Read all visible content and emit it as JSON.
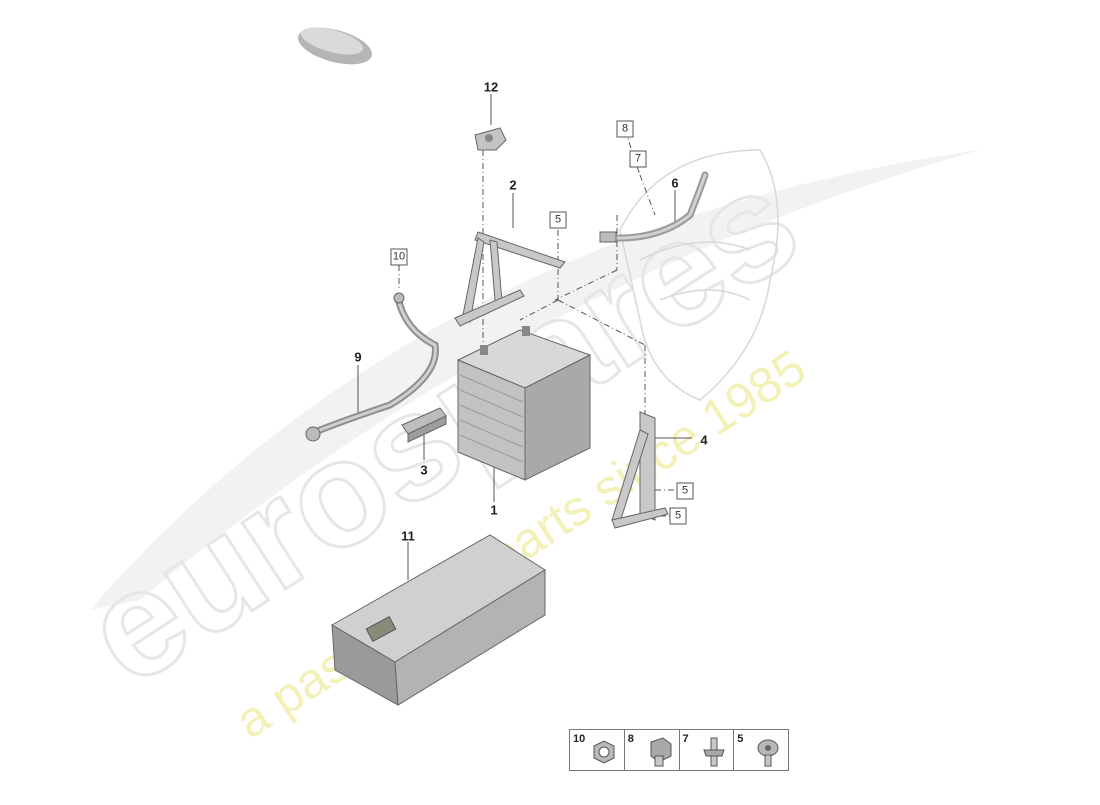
{
  "watermark": {
    "brand": "eurospares",
    "slogan": "a passion for parts since 1985"
  },
  "callouts": {
    "c1": "1",
    "c2": "2",
    "c3": "3",
    "c4": "4",
    "c6": "6",
    "c9": "9",
    "c11": "11",
    "c12": "12"
  },
  "boxed_refs": {
    "b8": "8",
    "b7": "7",
    "b5_top": "5",
    "b10": "10",
    "b5_right_a": "5",
    "b5_right_b": "5"
  },
  "legend": [
    {
      "number": "10",
      "icon": "hex-nut-icon"
    },
    {
      "number": "8",
      "icon": "hex-bolt-icon"
    },
    {
      "number": "7",
      "icon": "stud-bolt-icon"
    },
    {
      "number": "5",
      "icon": "torx-screw-icon"
    }
  ],
  "colors": {
    "part_fill": "#c9c9c9",
    "part_shade": "#9a9a9a",
    "outline": "#555555",
    "watermark": "#eeeeee",
    "slogan": "#f3f3b0"
  }
}
